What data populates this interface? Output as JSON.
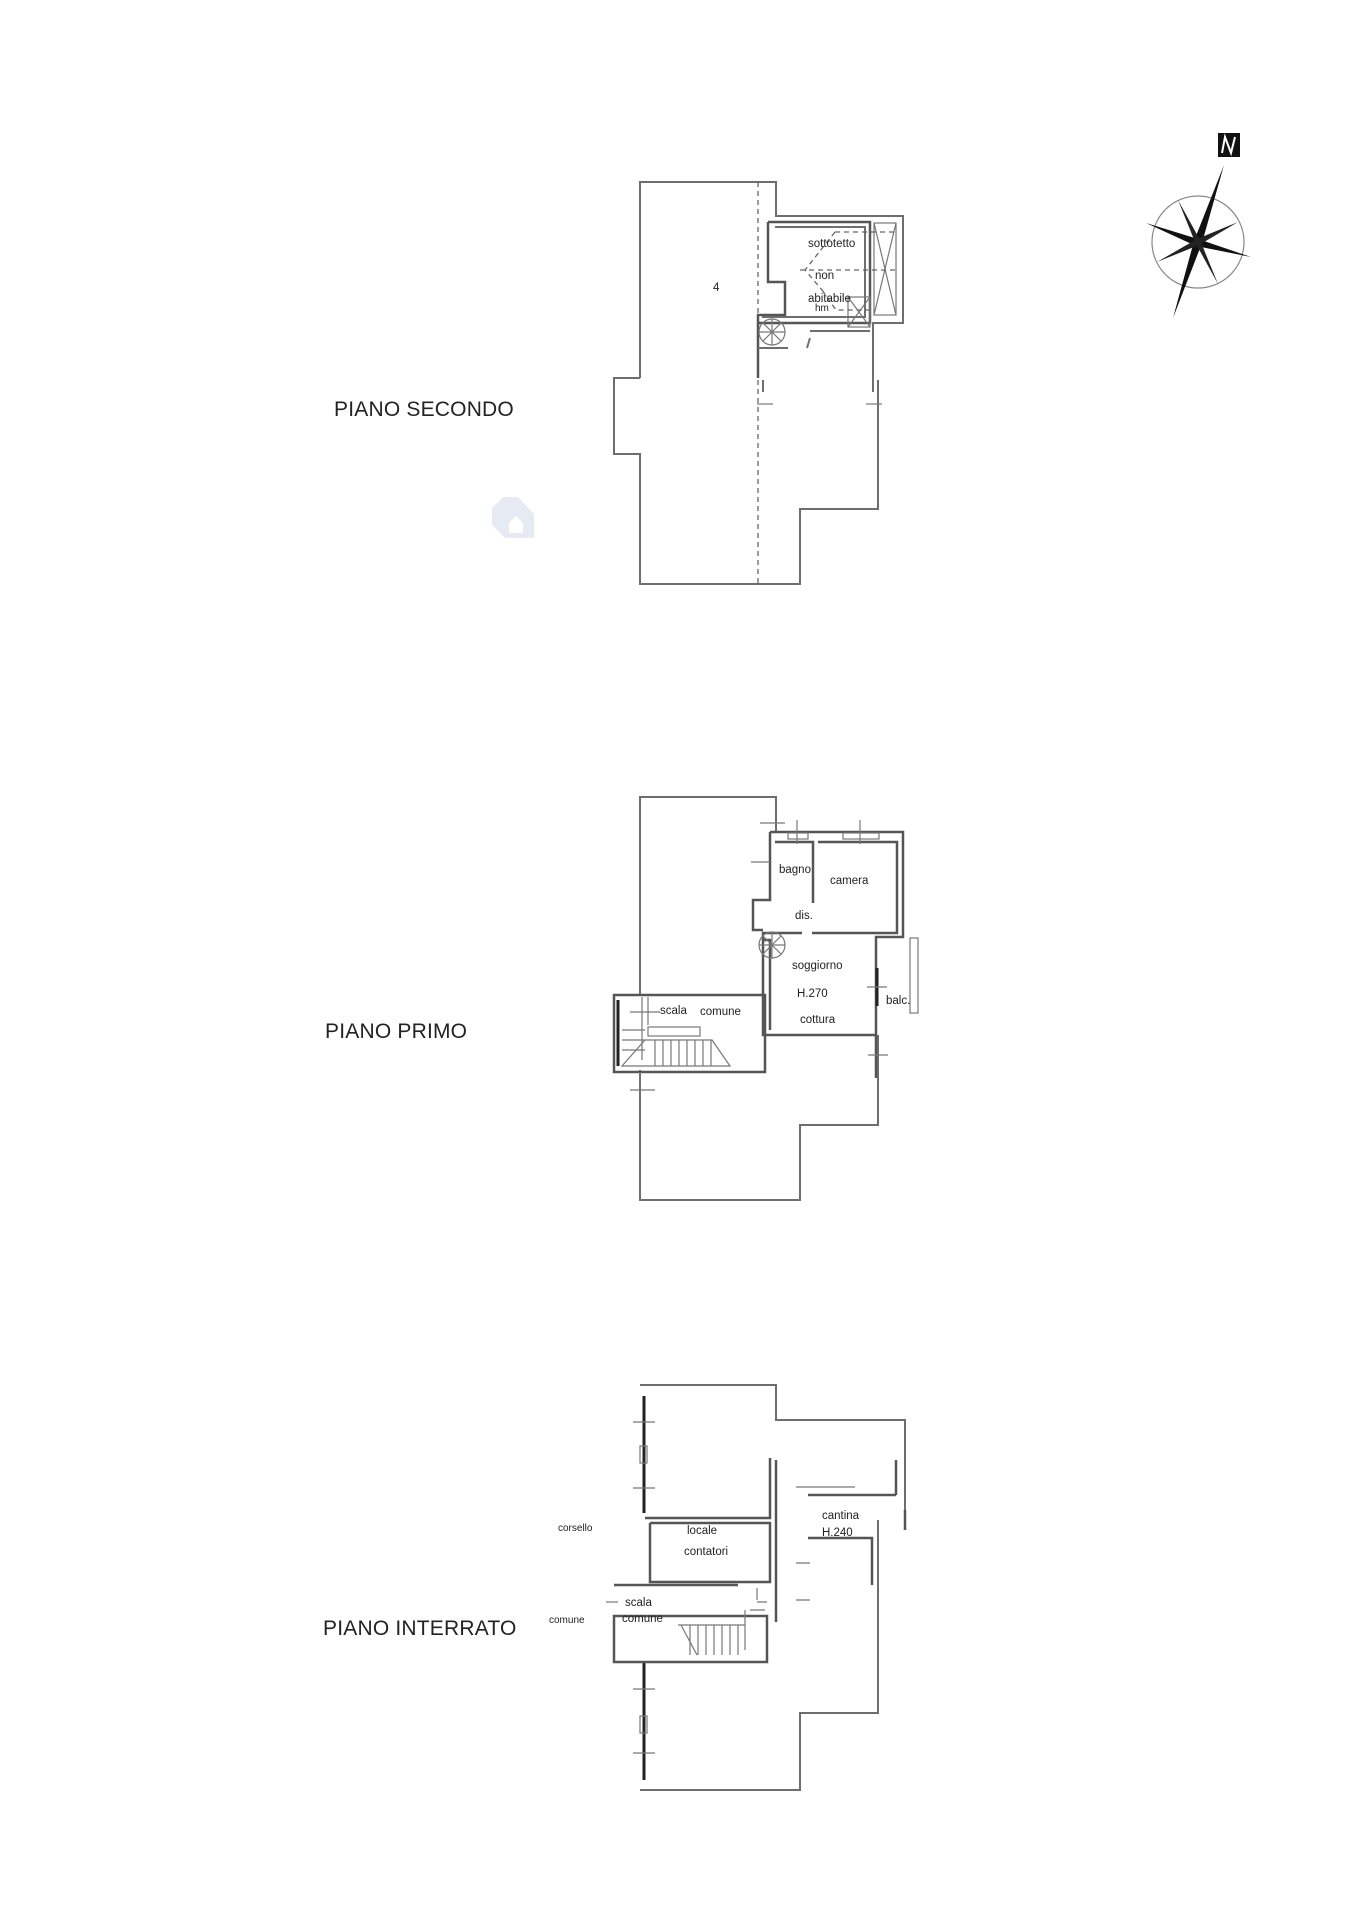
{
  "floors": [
    {
      "label": "PIANO SECONDO",
      "rooms": [
        {
          "label": "4"
        },
        {
          "label": "sottotetto"
        },
        {
          "label": "non"
        },
        {
          "label": "abitabile"
        },
        {
          "label": "hm"
        }
      ]
    },
    {
      "label": "PIANO PRIMO",
      "rooms": [
        {
          "label": "bagno"
        },
        {
          "label": "camera"
        },
        {
          "label": "dis."
        },
        {
          "label": "soggiorno"
        },
        {
          "label": "H.270"
        },
        {
          "label": "cottura"
        },
        {
          "label": "balc."
        },
        {
          "label": "scala"
        },
        {
          "label": "comune"
        }
      ]
    },
    {
      "label": "PIANO INTERRATO",
      "rooms": [
        {
          "label": "corsello"
        },
        {
          "label": "comune"
        },
        {
          "label": "locale"
        },
        {
          "label": "contatori"
        },
        {
          "label": "cantina"
        },
        {
          "label": "H.240"
        },
        {
          "label": "scala"
        },
        {
          "label": "comune"
        }
      ]
    }
  ],
  "compass": {
    "north_label": "N",
    "icon": "compass-rose-icon"
  },
  "watermark": {
    "icon": "house-watermark-icon"
  },
  "colors": {
    "line": "#6e6e6e",
    "text": "#222222",
    "watermark": "#e6ebf3"
  }
}
